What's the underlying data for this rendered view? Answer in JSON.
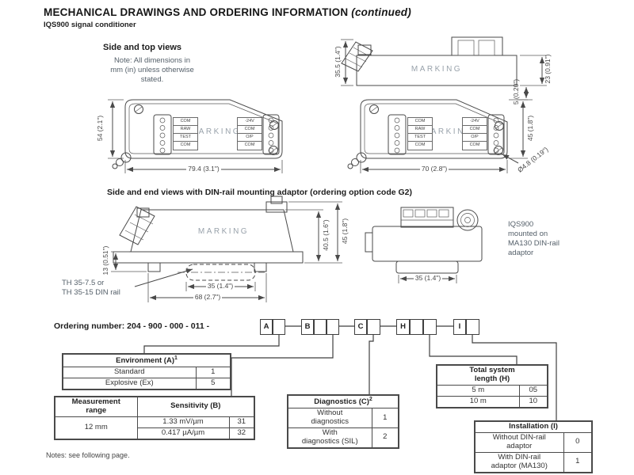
{
  "page": {
    "title": "MECHANICAL DRAWINGS AND ORDERING INFORMATION",
    "title_continued": " (continued)",
    "subtitle": "IQS900 signal conditioner",
    "footer_note": "Notes: see following page."
  },
  "side_top_section": {
    "heading": "Side and top views",
    "note": "Note: All dimensions in\nmm (in) unless otherwise\nstated."
  },
  "din_section": {
    "heading": "Side and end views with DIN-rail mounting adaptor (ordering option code G2)",
    "rail_label": "TH 35-7.5 or\nTH 35-15 DIN rail",
    "mounted_label": "IQS900\nmounted on\nMA130 DIN-rail\nadaptor"
  },
  "drawing_labels": {
    "marking": "MARKING",
    "left_terminals": [
      "COM",
      "RAW",
      "TEST",
      "COM"
    ],
    "right_terminals": [
      "-24V",
      "COM",
      "O/P",
      "COM"
    ]
  },
  "dims": {
    "top_view_height": "35.5 (1.4\")",
    "body_height_right": "23 (0.91\")",
    "gap_5": "5 (0.20\")",
    "side_height": "54 (2.1\")",
    "side_width": "79.4 (3.1\")",
    "top_width": "70 (2.8\")",
    "top_depth": "45 (1.8\")",
    "mount_hole": "Ø4.8\n(0.19\")",
    "din_height_inner": "40.5 (1.6\")",
    "din_height_outer": "45 (1.8\")",
    "din_base_height": "13 (0.51\")",
    "din_rail_width": "35 (1.4\")",
    "din_adaptor_width": "68 (2.7\")",
    "end_view_width": "35 (1.4\")"
  },
  "ordering": {
    "label": "Ordering number: 204 - 900 - 000 - 011 -",
    "codes": [
      "A",
      "B",
      "C",
      "H",
      "I"
    ]
  },
  "tables": {
    "environment": {
      "title": "Environment (A)",
      "sup": "1",
      "rows": [
        [
          "Standard",
          "1"
        ],
        [
          "Explosive (Ex)",
          "5"
        ]
      ]
    },
    "sensitivity": {
      "col1": "Measurement\nrange",
      "col2": "Sensitivity (B)",
      "range": "12 mm",
      "rows": [
        [
          "1.33 mV/µm",
          "31"
        ],
        [
          "0.417 µA/µm",
          "32"
        ]
      ]
    },
    "diagnostics": {
      "title": "Diagnostics (C)",
      "sup": "2",
      "rows": [
        [
          "Without\ndiagnostics",
          "1"
        ],
        [
          "With\ndiagnostics (SIL)",
          "2"
        ]
      ]
    },
    "length": {
      "title": "Total system\nlength (H)",
      "rows": [
        [
          "5 m",
          "05"
        ],
        [
          "10 m",
          "10"
        ]
      ]
    },
    "installation": {
      "title": "Installation (I)",
      "rows": [
        [
          "Without DIN-rail\nadaptor",
          "0"
        ],
        [
          "With DIN-rail\nadaptor (MA130)",
          "1"
        ]
      ]
    }
  }
}
